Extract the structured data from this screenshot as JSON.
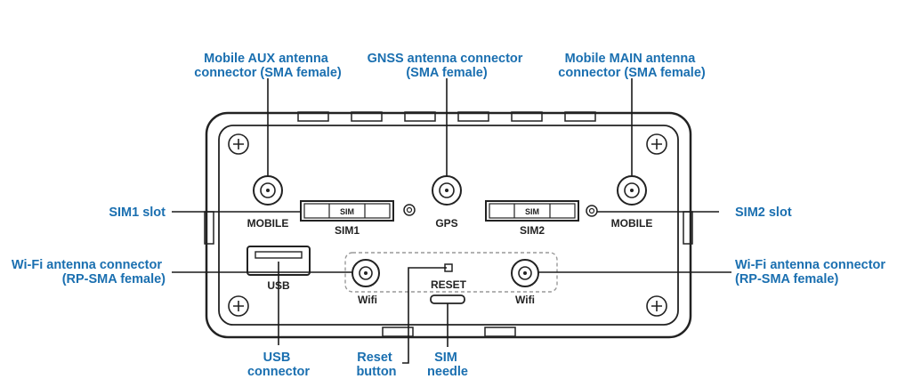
{
  "callouts": {
    "mobile_aux": [
      "Mobile AUX antenna",
      "connector (SMA female)"
    ],
    "gnss": [
      "GNSS antenna connector",
      "(SMA female)"
    ],
    "mobile_main": [
      "Mobile MAIN antenna",
      "connector (SMA female)"
    ],
    "sim1_slot": "SIM1 slot",
    "sim2_slot": "SIM2 slot",
    "wifi_left": [
      "Wi-Fi antenna connector",
      "(RP-SMA female)"
    ],
    "wifi_right": [
      "Wi-Fi antenna connector",
      "(RP-SMA female)"
    ],
    "usb_connector": [
      "USB",
      "connector"
    ],
    "reset_button": [
      "Reset",
      "button"
    ],
    "sim_needle": [
      "SIM",
      "needle"
    ]
  },
  "device_labels": {
    "mobile_left": "MOBILE",
    "sim1": "SIM1",
    "gps": "GPS",
    "sim2": "SIM2",
    "mobile_right": "MOBILE",
    "usb": "USB",
    "wifi_left": "Wifi",
    "reset": "RESET",
    "wifi_right": "Wifi",
    "sim_tray_left": "SIM",
    "sim_tray_right": "SIM"
  },
  "colors": {
    "callout_text": "#1a6fb0",
    "device_outline": "#222222",
    "background": "#ffffff"
  }
}
